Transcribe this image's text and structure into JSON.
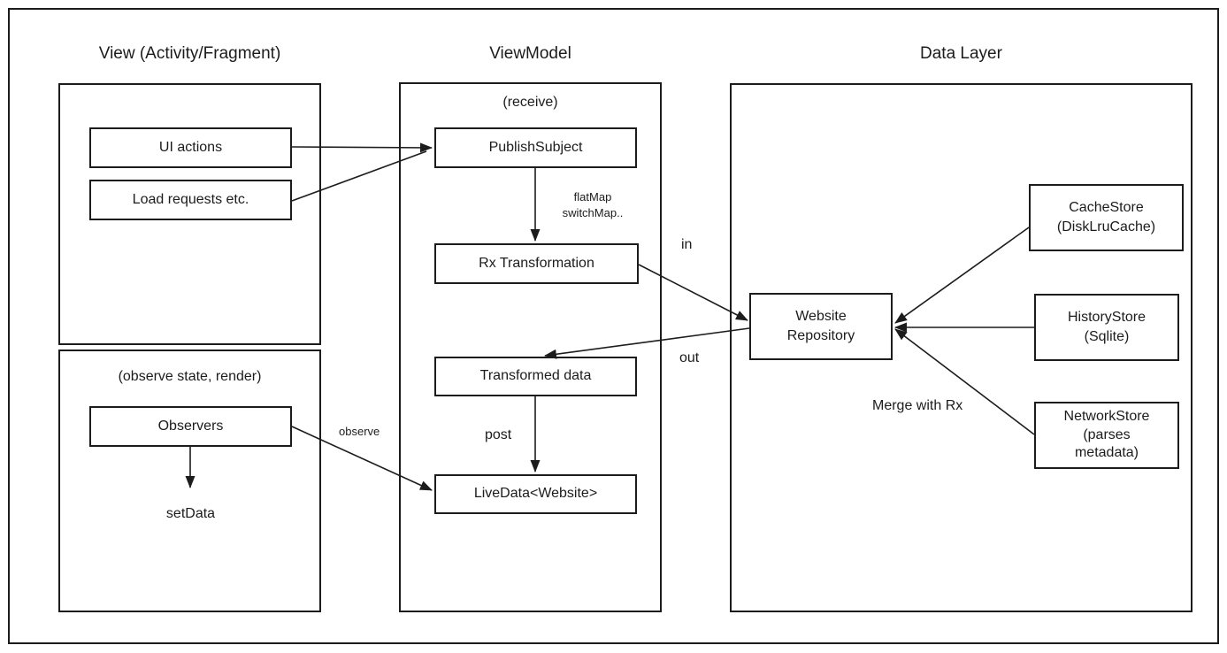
{
  "colors": {
    "ink": "#1c1c1c",
    "background": "#ffffff"
  },
  "columns": {
    "view": {
      "title": "View (Activity/Fragment)"
    },
    "viewmodel": {
      "title": "ViewModel"
    },
    "data_layer": {
      "title": "Data Layer"
    }
  },
  "notes": {
    "receive": "(receive)",
    "observe_state": "(observe state, render)"
  },
  "nodes": {
    "ui_actions": "UI actions",
    "load_requests": "Load requests etc.",
    "observers": "Observers",
    "set_data": "setData",
    "publish_subject": "PublishSubject",
    "rx_transformation": "Rx Transformation",
    "transformed_data": "Transformed data",
    "livedata": "LiveData<Website>",
    "website_repository": "Website\nRepository",
    "cache_store": "CacheStore\n(DiskLruCache)",
    "history_store": "HistoryStore\n(Sqlite)",
    "network_store": "NetworkStore\n(parses\nmetadata)"
  },
  "edge_labels": {
    "flatmap": "flatMap",
    "switchmap": "switchMap..",
    "in": "in",
    "out": "out",
    "post": "post",
    "observe": "observe",
    "merge": "Merge with Rx"
  }
}
